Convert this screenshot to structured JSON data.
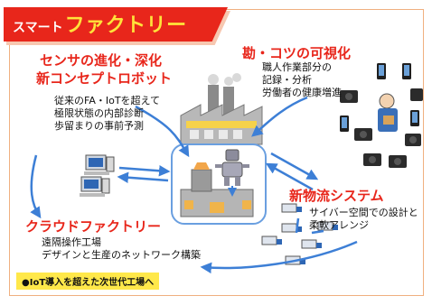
{
  "title": {
    "small": "スマート",
    "big": "ファクトリー"
  },
  "sensor": {
    "heading_line1": "センサの進化・深化",
    "heading_line2": "新コンセプトロボット",
    "body": [
      "従来のFA・IoTを超えて",
      "極限状態の内部診断",
      "歩留まりの事前予測"
    ]
  },
  "kan": {
    "heading": "勘・コツの可視化",
    "body": [
      "職人作業部分の",
      "記録・分析",
      "労働者の健康増進"
    ]
  },
  "logistics": {
    "heading": "新物流システム",
    "body": [
      "サイバー空間での設計と",
      "柔軟アレンジ"
    ]
  },
  "cloud": {
    "heading": "クラウドファクトリー",
    "body": [
      "遠隔操作工場",
      "デザインと生産のネットワーク構築"
    ]
  },
  "bottom_label": "●IoT導入を超えた次世代工場へ",
  "colors": {
    "accent_red": "#e8261b",
    "title_yellow": "#ffe33a",
    "arrow_blue": "#3d7fd6",
    "label_yellow": "#ffe84a"
  }
}
